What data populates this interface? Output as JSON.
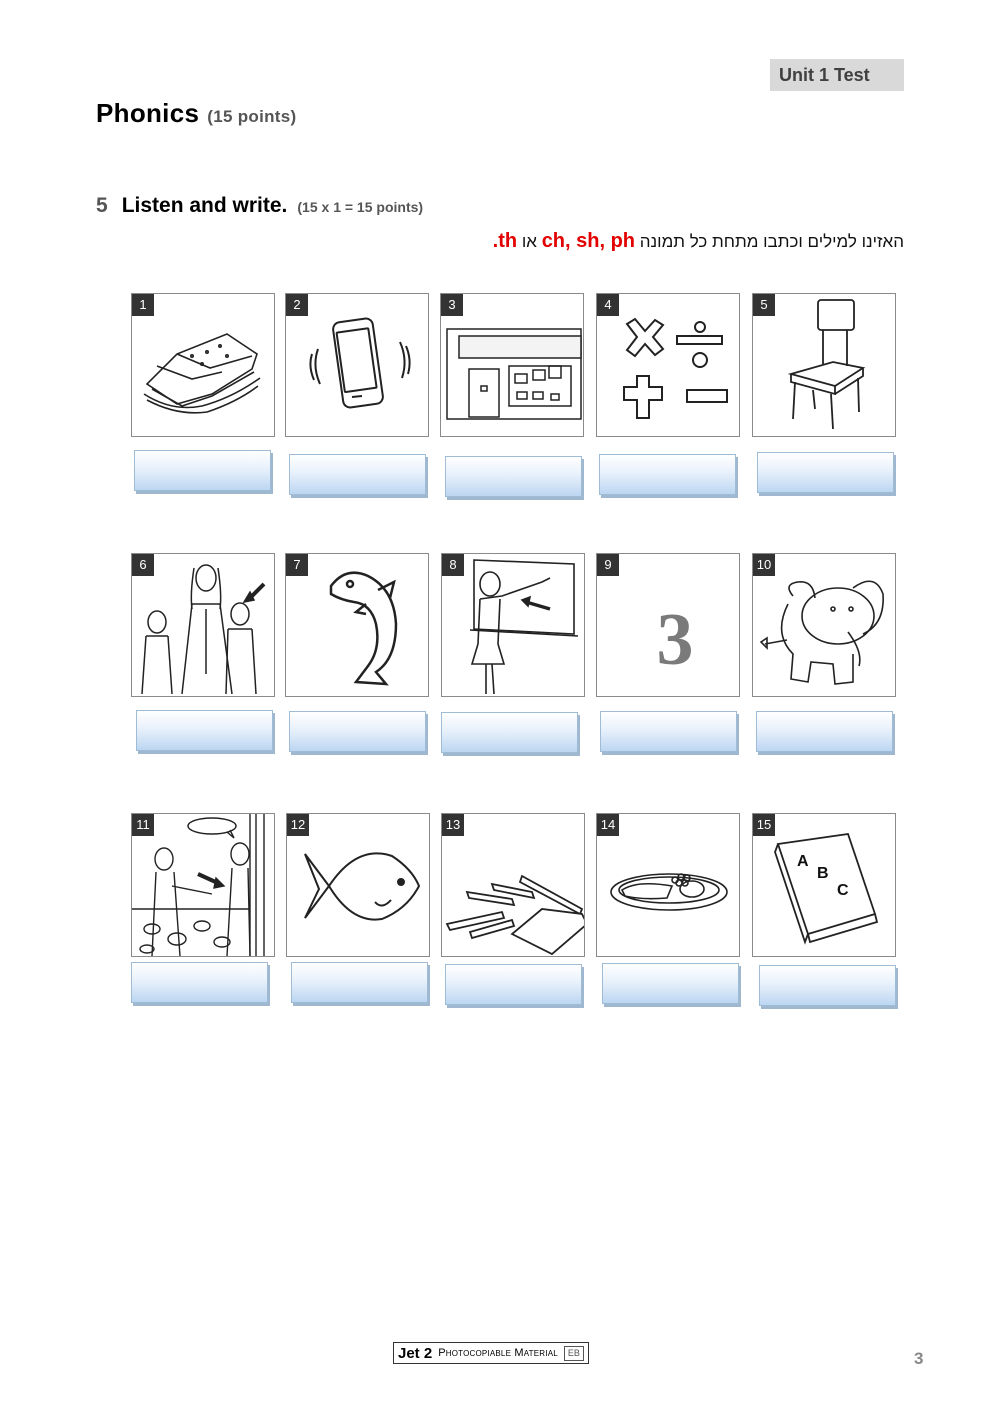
{
  "header": {
    "badge": "Unit 1 Test"
  },
  "section": {
    "title": "Phonics",
    "points": "(15 points)"
  },
  "task": {
    "number": "5",
    "title": "Listen and write.",
    "points": "(15 x 1 = 15 points)",
    "instruction_prefix": "האזינו למילים וכתבו מתחת כל תמונה",
    "instruction_digraphs": "ch, sh, ph",
    "instruction_or": "או",
    "instruction_last": "th."
  },
  "items": [
    {
      "number": "1",
      "picture": "sandwich",
      "answer": ""
    },
    {
      "number": "2",
      "picture": "ringing phone",
      "answer": ""
    },
    {
      "number": "3",
      "picture": "shop",
      "answer": ""
    },
    {
      "number": "4",
      "picture": "math symbols",
      "answer": ""
    },
    {
      "number": "5",
      "picture": "chair",
      "answer": ""
    },
    {
      "number": "6",
      "picture": "family - son (arrow)",
      "answer": ""
    },
    {
      "number": "7",
      "picture": "dolphin",
      "answer": ""
    },
    {
      "number": "8",
      "picture": "teacher - shirt (arrow)",
      "answer": ""
    },
    {
      "number": "9",
      "picture": "number three",
      "answer": ""
    },
    {
      "number": "10",
      "picture": "elephant",
      "answer": ""
    },
    {
      "number": "11",
      "picture": "girl saying thank you (arrow)",
      "answer": ""
    },
    {
      "number": "12",
      "picture": "fish",
      "answer": ""
    },
    {
      "number": "13",
      "picture": "chips",
      "answer": ""
    },
    {
      "number": "14",
      "picture": "plate of food",
      "answer": ""
    },
    {
      "number": "15",
      "picture": "alphabet book",
      "answer": ""
    }
  ],
  "footer": {
    "brand": "Jet 2",
    "text": "Photocopiable Material",
    "logo": "EB",
    "page_number": "3"
  }
}
